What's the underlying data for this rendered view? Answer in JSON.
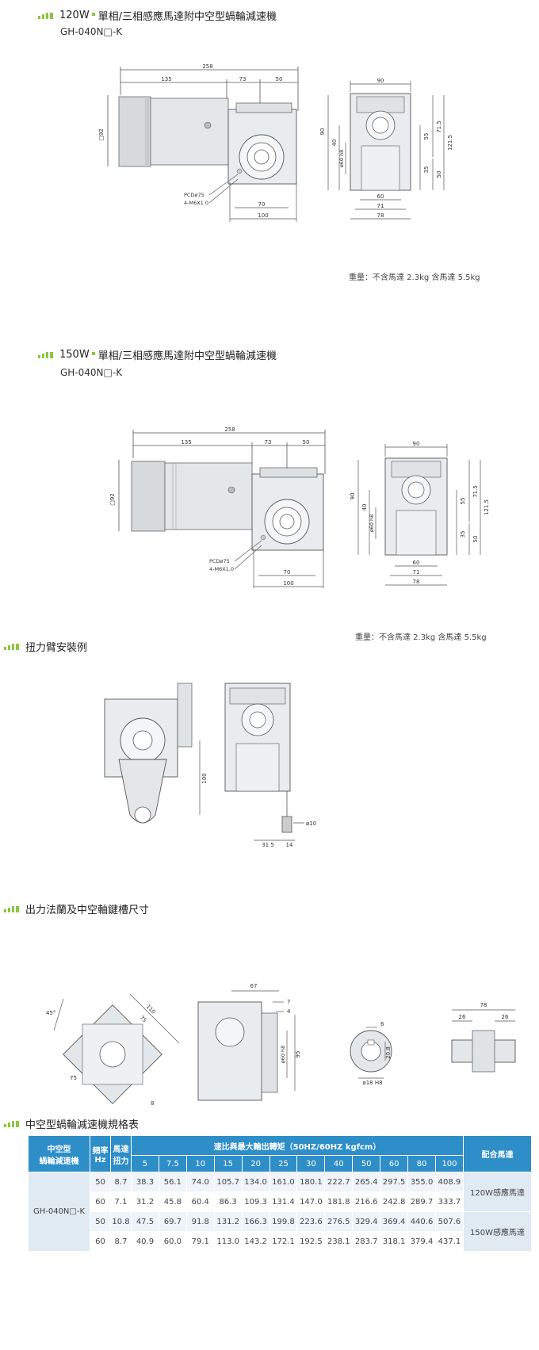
{
  "sections": {
    "s120": {
      "power": "120W",
      "title": "單相/三相感應馬達附中空型蝸輪減速機",
      "model": "GH-040N□-K",
      "weight": "重量：不含馬達 2.3kg   含馬達 5.5kg"
    },
    "s150": {
      "power": "150W",
      "title": "單相/三相感應馬達附中空型蝸輪減速機",
      "model": "GH-040N□-K",
      "weight": "重量：不含馬達 2.3kg   含馬達 5.5kg"
    },
    "torque_arm": {
      "title": "扭力臂安裝例"
    },
    "flange": {
      "title": "出力法蘭及中空軸鍵槽尺寸"
    },
    "spec": {
      "title": "中空型蝸輪減速機規格表"
    }
  },
  "dims_main": {
    "total": "258",
    "motor": "135",
    "mid": "73",
    "right": "50",
    "dia": "□92",
    "pcd": "PCDø75",
    "bolt": "4-M6X1.0",
    "w70": "70",
    "w100": "100",
    "side_w90": "90",
    "h90": "90",
    "h40": "40",
    "shaft": "ø60 h8",
    "h55": "55",
    "h715": "71.5",
    "h1215": "121.5",
    "h35": "35",
    "h50": "50",
    "b60": "60",
    "b71": "71",
    "b78": "78"
  },
  "dims_torque": {
    "h100": "100",
    "d10": "ø10",
    "w315": "31.5",
    "w14": "14"
  },
  "dims_flange": {
    "a110": "110",
    "a75": "75",
    "a75b": "75",
    "a45": "45°",
    "a8": "8",
    "f67": "67",
    "f7": "7",
    "f4": "4",
    "f60": "ø60 h8",
    "f95": "95",
    "k6": "6",
    "k208": "20.8",
    "k18": "ø18 H8",
    "s78": "78",
    "s26a": "26",
    "s26b": "26"
  },
  "table": {
    "h_model": [
      "中空型",
      "蝸輪減速機"
    ],
    "h_freq": [
      "頻率",
      "Hz"
    ],
    "h_torque": [
      "馬達",
      "扭力"
    ],
    "h_ratio": "速比與最大輸出轉矩（50HZ/60HZ kgfcm）",
    "h_motor": "配合馬達",
    "ratios": [
      "5",
      "7.5",
      "10",
      "15",
      "20",
      "25",
      "30",
      "40",
      "50",
      "60",
      "80",
      "100"
    ],
    "model": "GH-040N□-K",
    "rows": [
      {
        "hz": "50",
        "torque": "8.7",
        "values": [
          "38.3",
          "56.1",
          "74.0",
          "105.7",
          "134.0",
          "161.0",
          "180.1",
          "222.7",
          "265.4",
          "297.5",
          "355.0",
          "408.9"
        ]
      },
      {
        "hz": "60",
        "torque": "7.1",
        "values": [
          "31.2",
          "45.8",
          "60.4",
          "86.3",
          "109.3",
          "131.4",
          "147.0",
          "181.8",
          "216.6",
          "242.8",
          "289.7",
          "333.7"
        ]
      },
      {
        "hz": "50",
        "torque": "10.8",
        "values": [
          "47.5",
          "69.7",
          "91.8",
          "131.2",
          "166.3",
          "199.8",
          "223.6",
          "276.5",
          "329.4",
          "369.4",
          "440.6",
          "507.6"
        ]
      },
      {
        "hz": "60",
        "torque": "8.7",
        "values": [
          "40.9",
          "60.0",
          "79.1",
          "113.0",
          "143.2",
          "172.1",
          "192.5",
          "238.1",
          "283.7",
          "318.1",
          "379.4",
          "437.1"
        ]
      }
    ],
    "motors": [
      "120W感應馬達",
      "150W感應馬達"
    ]
  }
}
